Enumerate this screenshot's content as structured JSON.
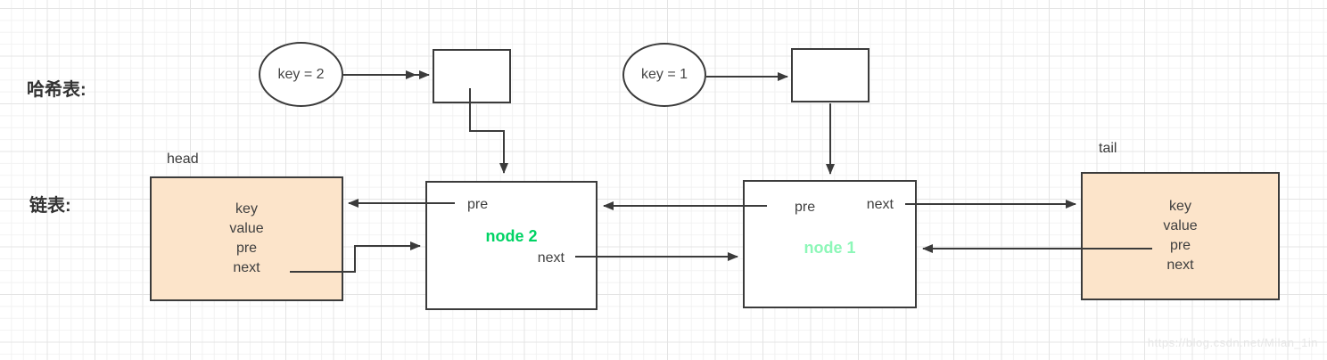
{
  "diagram": {
    "section_labels": {
      "hash_table": "哈希表:",
      "linked_list": "链表:"
    },
    "hash_keys": [
      {
        "label": "key = 2"
      },
      {
        "label": "key = 1"
      }
    ],
    "pointer_labels": {
      "head": "head",
      "tail": "tail"
    },
    "head_box": {
      "fields": [
        "key",
        "value",
        "pre",
        "next"
      ]
    },
    "tail_box": {
      "fields": [
        "key",
        "value",
        "pre",
        "next"
      ]
    },
    "nodes": [
      {
        "name": "node 2",
        "pre_label": "pre",
        "next_label": "next",
        "name_color": "#00d364"
      },
      {
        "name": "node 1",
        "pre_label": "pre",
        "next_label": "next",
        "name_color": "#8df7b8"
      }
    ],
    "colors": {
      "endpoint_fill": "#fce4ca",
      "stroke": "#3b3b3b",
      "grid_minor": "#f2f2f2",
      "grid_major": "#e4e4e4"
    },
    "watermark": "https://blog.csdn.net/Milan_1in"
  }
}
